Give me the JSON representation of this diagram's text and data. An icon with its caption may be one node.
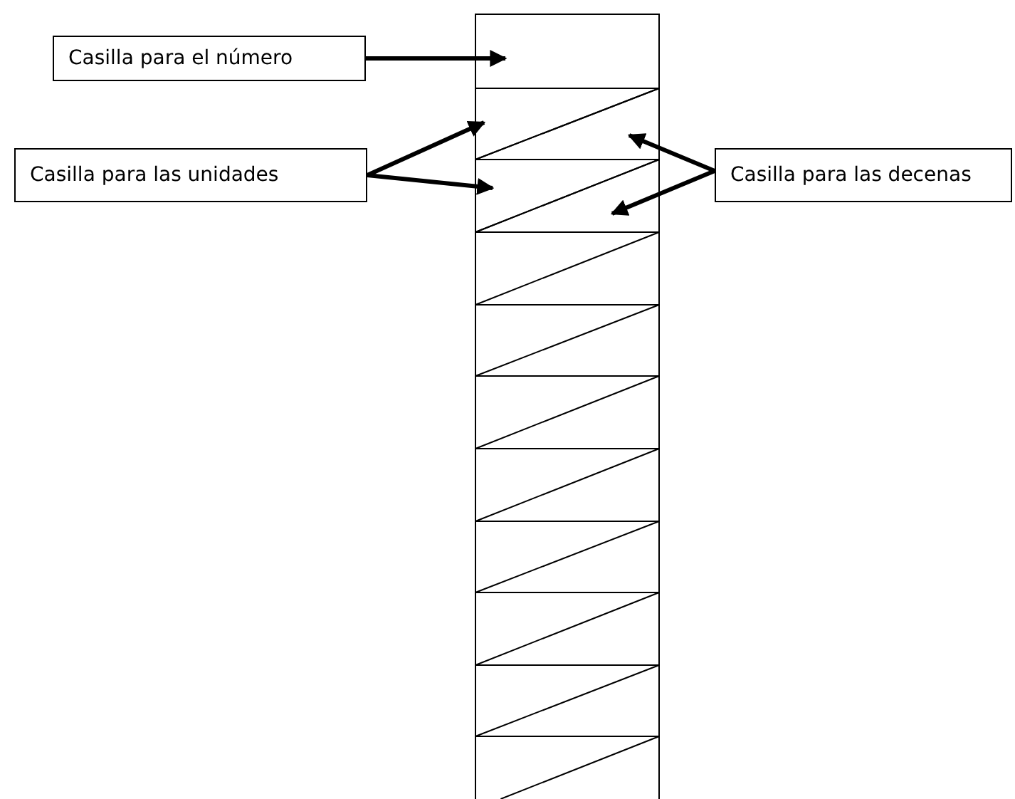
{
  "diagram": {
    "nodes": [
      {
        "text": [
          "Casilla para el número"
        ]
      },
      {
        "text": [],
        "shape": "box"
      },
      {
        "text": [
          "Casilla para las unidades"
        ]
      },
      {
        "text": [],
        "shape": "triangle"
      },
      {
        "text": [],
        "shape": "triangle"
      },
      {
        "text": [
          "Casilla para las decenas"
        ]
      },
      {
        "text": [],
        "shape": "triangle"
      },
      {
        "text": [],
        "shape": "triangle"
      }
    ],
    "edges": [
      {
        "from": 0,
        "to": 1,
        "arrow": "to"
      },
      {
        "from": 2,
        "to": 3,
        "arrow": "to"
      },
      {
        "from": 2,
        "to": 6,
        "arrow": "to"
      },
      {
        "from": 5,
        "to": 4,
        "arrow": "to"
      },
      {
        "from": 5,
        "to": 7,
        "arrow": "to"
      }
    ]
  }
}
